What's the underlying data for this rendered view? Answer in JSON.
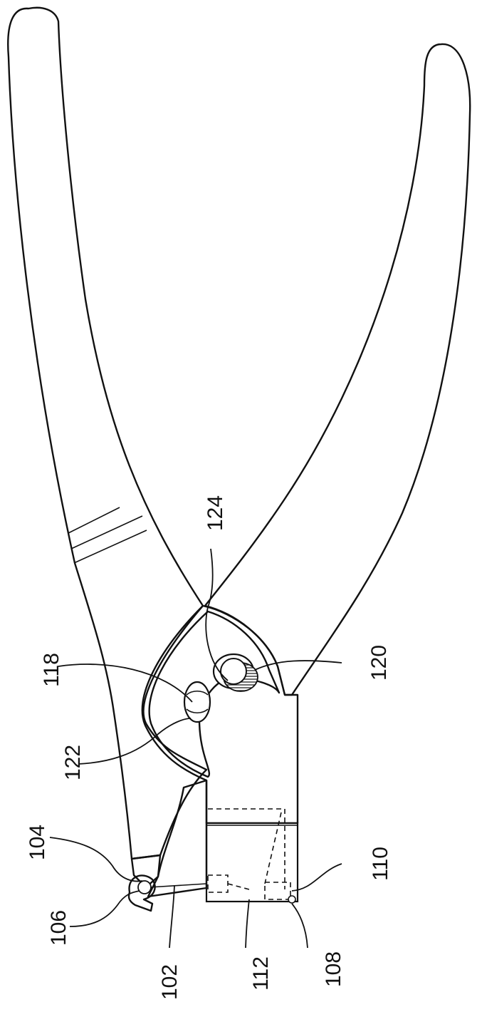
{
  "figure": {
    "reference_labels": [
      {
        "id": "label-124",
        "text": "124"
      },
      {
        "id": "label-118",
        "text": "118"
      },
      {
        "id": "label-120",
        "text": "120"
      },
      {
        "id": "label-122",
        "text": "122"
      },
      {
        "id": "label-104",
        "text": "104"
      },
      {
        "id": "label-110",
        "text": "110"
      },
      {
        "id": "label-106",
        "text": "106"
      },
      {
        "id": "label-102",
        "text": "102"
      },
      {
        "id": "label-112",
        "text": "112"
      },
      {
        "id": "label-108",
        "text": "108"
      }
    ],
    "colors": {
      "line": "#111111",
      "background": "#ffffff",
      "hatch": "#222222"
    }
  }
}
